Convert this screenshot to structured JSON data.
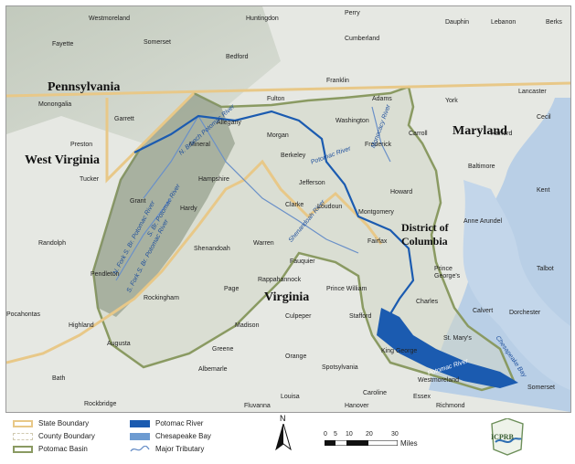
{
  "map": {
    "states": [
      "Pennsylvania",
      "Maryland",
      "West Virginia",
      "Virginia",
      "District of",
      "Columbia"
    ],
    "counties": [
      "Westmoreland",
      "Huntingdon",
      "Perry",
      "Dauphin",
      "Lebanon",
      "Berks",
      "Cumberland",
      "Fayette",
      "Somerset",
      "Bedford",
      "Franklin",
      "Lancaster",
      "Monongalia",
      "Fulton",
      "Adams",
      "York",
      "Cecil",
      "Garrett",
      "Allegany",
      "Morgan",
      "Washington",
      "Carroll",
      "Harford",
      "Preston",
      "Mineral",
      "Berkeley",
      "Baltimore",
      "Hampshire",
      "Frederick",
      "Jefferson",
      "Kent",
      "Tucker",
      "Grant",
      "Clarke",
      "Loudoun",
      "Howard",
      "Hardy",
      "Montgomery",
      "Anne Arundel",
      "Randolph",
      "Warren",
      "Fairfax",
      "Shenandoah",
      "Pendleton",
      "Fauquier",
      "Prince",
      "George's",
      "Page",
      "Rappahannock",
      "Prince William",
      "Calvert",
      "Rockingham",
      "Charles",
      "Talbot",
      "Culpeper",
      "Stafford",
      "Dorchester",
      "Pocahontas",
      "Highland",
      "King George",
      "St. Mary's",
      "Augusta",
      "Madison",
      "Greene",
      "Orange",
      "Albemarle",
      "Spotsylvania",
      "Bath",
      "Westmoreland",
      "Rockbridge",
      "Louisa",
      "Caroline",
      "Essex",
      "Somerset",
      "Fluvanna",
      "Hanover",
      "Richmond"
    ],
    "rivers": [
      "N. Branch Potomac River",
      "N. Fork S. Br. Potomac River",
      "S. Fork S. Br. Potomac River",
      "S. Br. Potomac River",
      "Potomac River",
      "Shenandoah River",
      "Monocacy River",
      "Potomac River",
      "Chesapeake Bay"
    ]
  },
  "legend": {
    "items": [
      "State Boundary",
      "County Boundary",
      "Potomac Basin",
      "Potomac River",
      "Chesapeake Bay",
      "Major Tributary"
    ],
    "north": "N",
    "scale_ticks": [
      "0",
      "5",
      "10",
      "20",
      "30"
    ],
    "scale_unit": "Miles",
    "logo": "ICPRB"
  },
  "colors": {
    "state_boundary": "#e8c888",
    "basin_outline": "#8a9a62",
    "potomac_river": "#1b5bb0",
    "bay": "#b9cfe6",
    "tributary": "#6a90c8"
  }
}
